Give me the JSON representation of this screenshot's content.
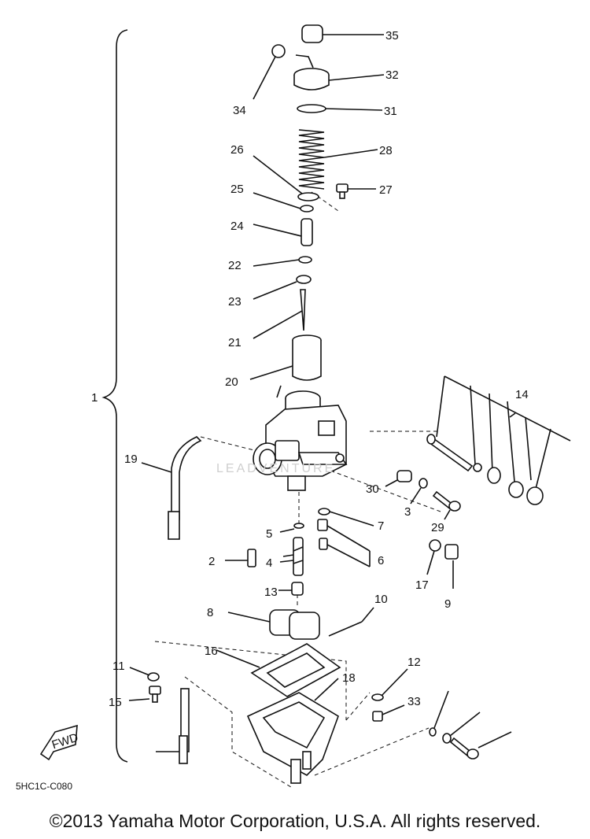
{
  "diagram": {
    "assembly_label": "1",
    "code": "5HC1C-C080",
    "fwd_label": "FWD",
    "watermark": "LEADVENTURE",
    "callouts": [
      "35",
      "34",
      "32",
      "31",
      "28",
      "26",
      "27",
      "25",
      "24",
      "22",
      "23",
      "21",
      "20",
      "19",
      "14",
      "30",
      "3",
      "29",
      "7",
      "6",
      "5",
      "2",
      "4",
      "13",
      "17",
      "9",
      "8",
      "10",
      "16",
      "11",
      "15",
      "18",
      "12",
      "33"
    ]
  },
  "footer": {
    "copyright": "©2013 Yamaha Motor Corporation, U.S.A. All rights reserved."
  }
}
